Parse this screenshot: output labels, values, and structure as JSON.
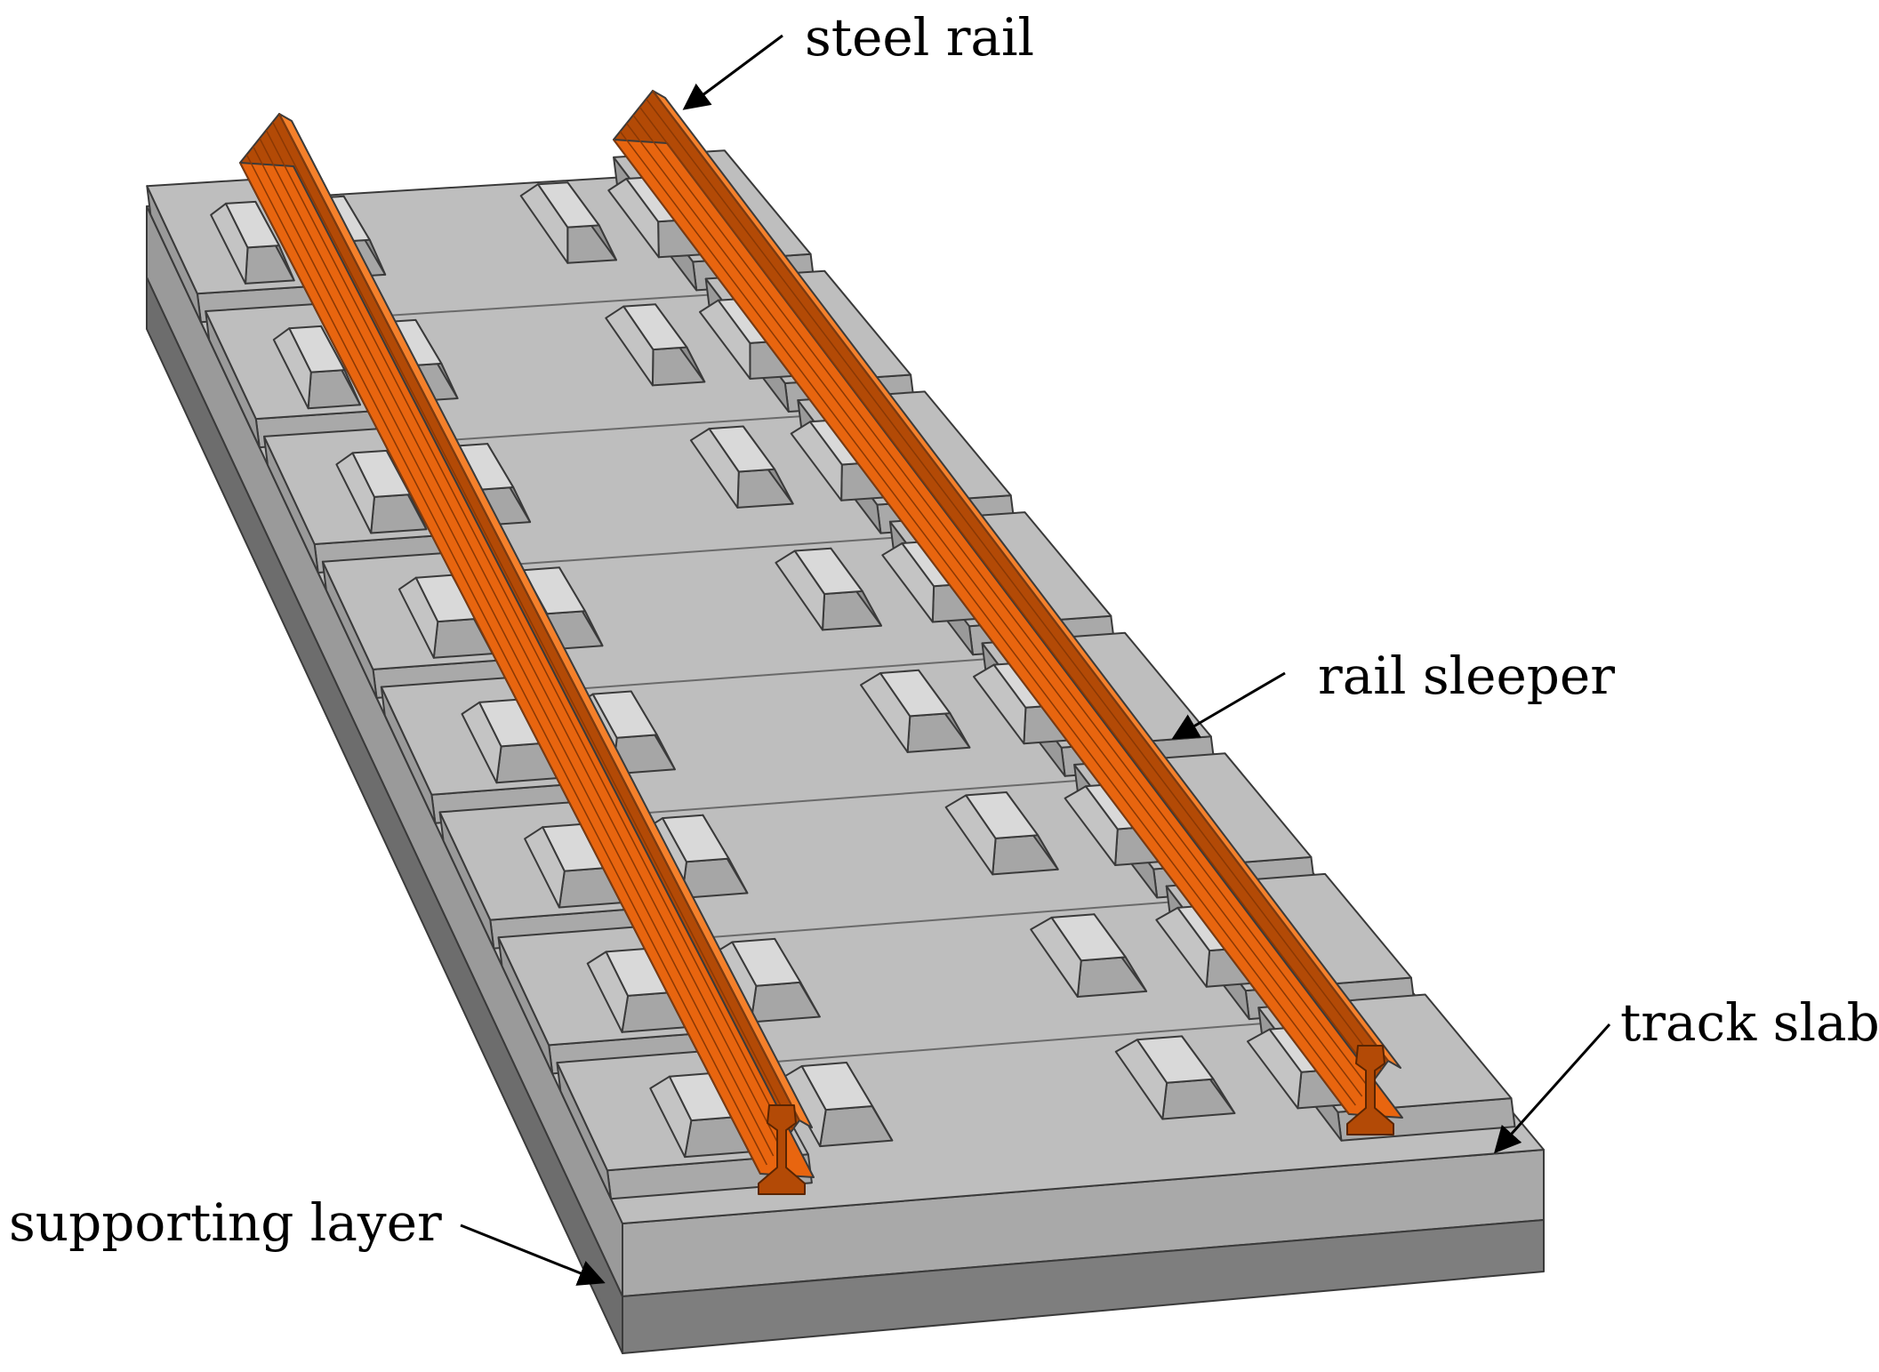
{
  "labels": {
    "steel_rail": "steel rail",
    "rail_sleeper": "rail sleeper",
    "track_slab": "track slab",
    "supporting_layer": "supporting layer"
  },
  "colors": {
    "rail": "#e8650f",
    "rail_dark": "#b34a06",
    "rail_light": "#f5802a",
    "slab_top": "#bebebe",
    "slab_front": "#a9a9a9",
    "slab_side": "#9a9a9a",
    "support_front": "#7e7e7e",
    "support_side": "#6d6d6d",
    "pad_top": "#d9d9d9",
    "pad_face": "#a6a6a6",
    "edge": "#3a3a3a"
  }
}
